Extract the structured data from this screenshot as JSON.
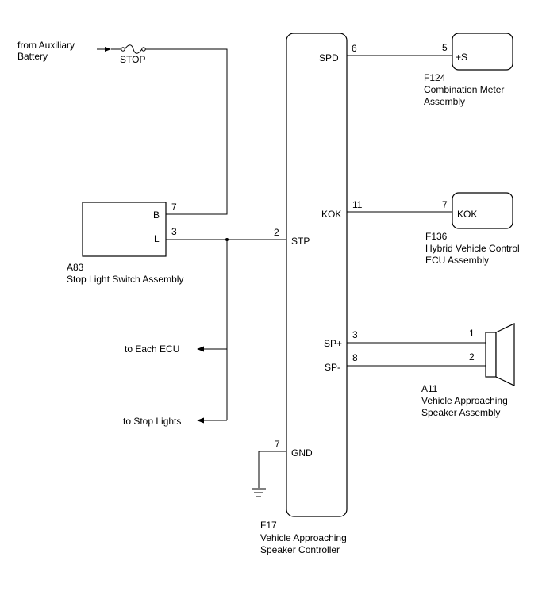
{
  "supply": {
    "label_line1": "from Auxiliary",
    "label_line2": "Battery",
    "fuse": "STOP"
  },
  "stop_switch": {
    "terminal_b": "B",
    "terminal_l": "L",
    "pin_b": "7",
    "pin_l": "3",
    "code": "A83",
    "name": "Stop Light Switch Assembly"
  },
  "outputs": {
    "each_ecu": "to Each ECU",
    "stop_lights": "to Stop Lights"
  },
  "controller": {
    "code": "F17",
    "name_line1": "Vehicle Approaching",
    "name_line2": "Speaker Controller",
    "pins": {
      "spd": {
        "label": "SPD",
        "num": "6"
      },
      "kok": {
        "label": "KOK",
        "num": "11"
      },
      "stp": {
        "label": "STP",
        "num": "2"
      },
      "spp": {
        "label": "SP+",
        "num": "3"
      },
      "spm": {
        "label": "SP-",
        "num": "8"
      },
      "gnd": {
        "label": "GND",
        "num": "7"
      }
    }
  },
  "meter": {
    "pin": "5",
    "terminal": "+S",
    "code": "F124",
    "name_line1": "Combination Meter",
    "name_line2": "Assembly"
  },
  "hv_ecu": {
    "pin": "7",
    "terminal": "KOK",
    "code": "F136",
    "name_line1": "Hybrid Vehicle Control",
    "name_line2": "ECU Assembly"
  },
  "speaker": {
    "pin1": "1",
    "pin2": "2",
    "code": "A11",
    "name_line1": "Vehicle Approaching",
    "name_line2": "Speaker Assembly"
  }
}
